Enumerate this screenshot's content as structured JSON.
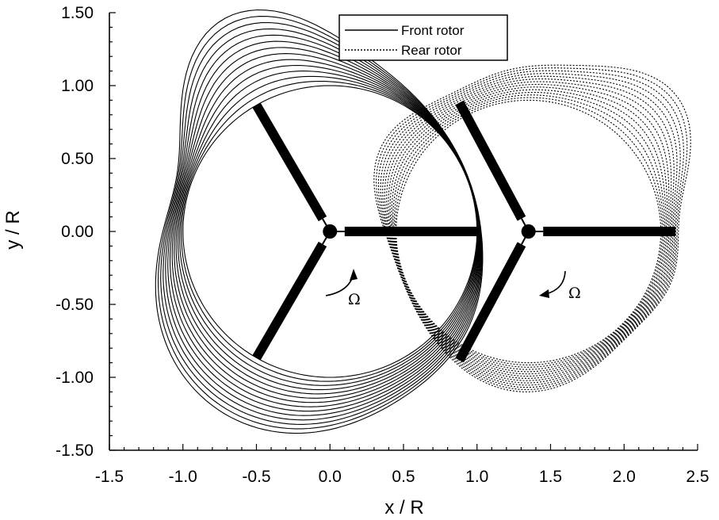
{
  "chart_data": {
    "type": "line",
    "title": "",
    "xlabel": "x / R",
    "ylabel": "y / R",
    "xlim": [
      -1.5,
      2.5
    ],
    "ylim": [
      -1.5,
      1.5
    ],
    "xticks": [
      "-1.5",
      "-1.0",
      "-0.5",
      "0.0",
      "0.5",
      "1.0",
      "1.5",
      "2.0",
      "2.5"
    ],
    "yticks": [
      "1.50",
      "1.00",
      "0.50",
      "0.00",
      "-0.50",
      "-1.00",
      "-1.50"
    ],
    "grid": false,
    "legend_position": "top-center",
    "series": [
      {
        "name": "Front rotor",
        "style": "solid",
        "color": "#000000",
        "hub": [
          0.0,
          0.0
        ],
        "radius": 1.0,
        "wake_curves": 14
      },
      {
        "name": "Rear rotor",
        "style": "dotted",
        "color": "#000000",
        "hub": [
          1.35,
          0.0
        ],
        "radius": 0.9,
        "wake_curves": 14
      }
    ],
    "annotations": [
      {
        "text": "Ω",
        "x": 0.15,
        "y": -0.45
      },
      {
        "text": "Ω",
        "x": 1.68,
        "y": -0.42
      }
    ]
  }
}
